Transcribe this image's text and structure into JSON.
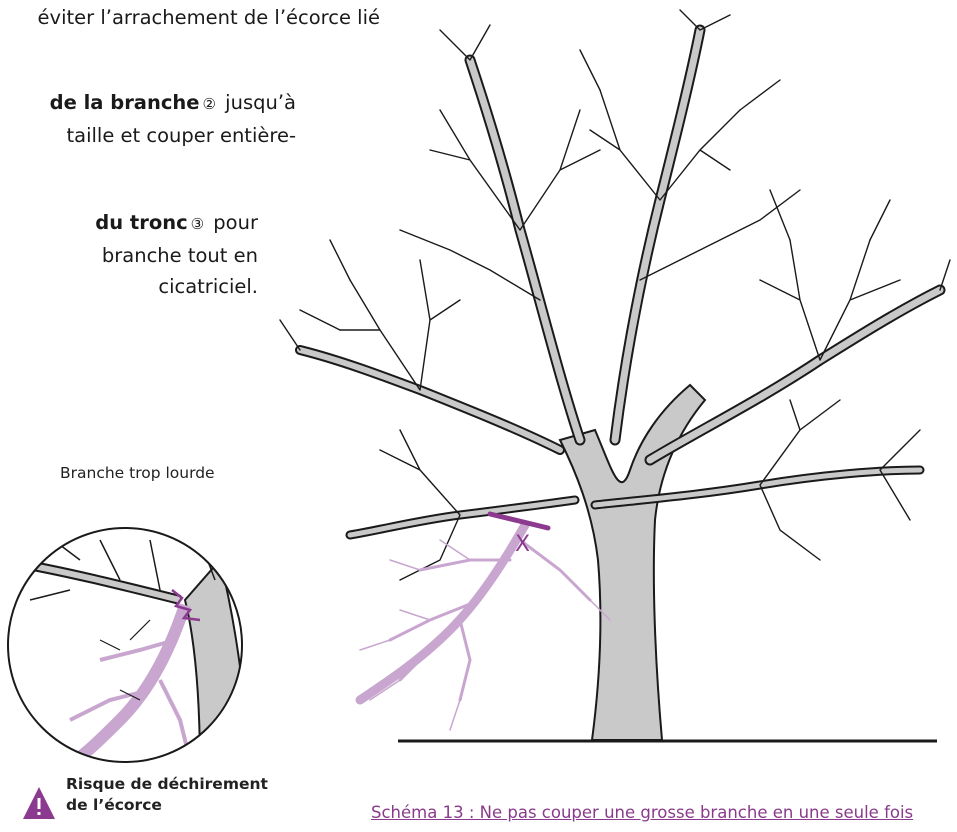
{
  "text": {
    "line1": "éviter l’arrachement de l’écorce lié",
    "p2_bold": "de la branche",
    "p2_num": "②",
    "p2_rest1": " jusqu’à",
    "p2_line2": "taille et couper entière-",
    "p3_bold": "du tronc",
    "p3_num": "③",
    "p3_rest1": " pour",
    "p3_line2": " branche tout en",
    "p3_line3": "cicatriciel."
  },
  "detail": {
    "title": "Branche trop lourde",
    "warning_line1": "Risque de déchirement",
    "warning_line2": "de l’écorce"
  },
  "tree": {
    "cut_mark": "X"
  },
  "caption": "Schéma 13 : Ne pas couper une grosse branche en une seule fois",
  "colors": {
    "accent_purple": "#8b3a8f",
    "light_purple": "#c9a6cf",
    "trunk_gray": "#c9c9c9",
    "outline": "#1a1a1a"
  },
  "icons": {
    "warning": "warning-triangle-icon"
  }
}
